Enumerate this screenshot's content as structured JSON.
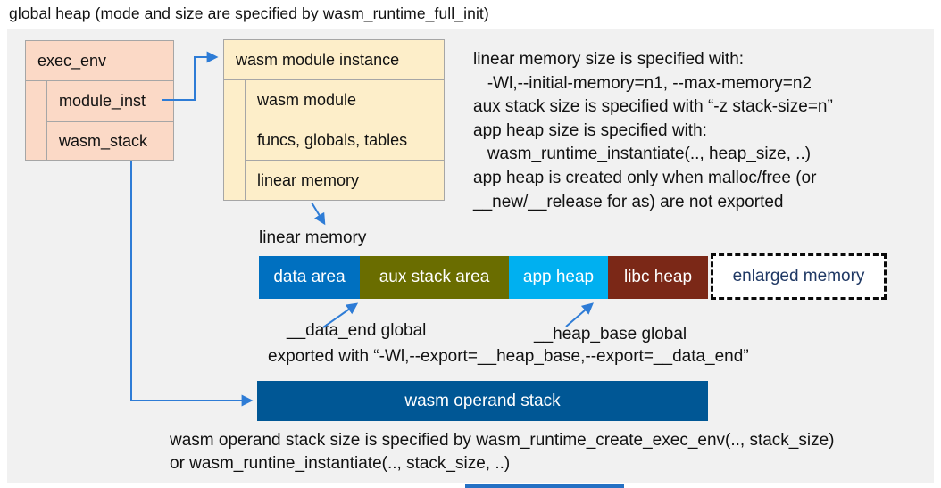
{
  "title": "global heap (mode and size are specified by wasm_runtime_full_init)",
  "exec_env": {
    "label": "exec_env",
    "children": [
      {
        "label": "module_inst"
      },
      {
        "label": "wasm_stack"
      }
    ]
  },
  "module_instance": {
    "label": "wasm module instance",
    "children": [
      {
        "label": "wasm module"
      },
      {
        "label": "funcs, globals, tables"
      },
      {
        "label": "linear memory"
      }
    ]
  },
  "notes_right": {
    "lines": [
      "linear memory size is specified with:",
      "   -Wl,--initial-memory=n1, --max-memory=n2",
      "aux stack size is specified with “-z stack-size=n”",
      "app heap size is specified with:",
      "   wasm_runtime_instantiate(.., heap_size, ..)",
      "app heap is created only when malloc/free (or",
      "__new/__release for as) are not exported"
    ]
  },
  "linear_memory": {
    "label": "linear memory",
    "segments": [
      {
        "label": "data area",
        "color": "#0070c0"
      },
      {
        "label": "aux stack area",
        "color": "#6a6d00"
      },
      {
        "label": "app heap",
        "color": "#00b0f0"
      },
      {
        "label": "libc heap",
        "color": "#7b2817"
      }
    ],
    "enlarged": {
      "label": "enlarged memory",
      "text_color": "#1f3864"
    }
  },
  "annotations": {
    "data_end": "__data_end global",
    "heap_base": "__heap_base global",
    "exported": "exported with “-Wl,--export=__heap_base,--export=__data_end”"
  },
  "operand_stack": {
    "label": "wasm operand stack",
    "color": "#005795",
    "note_line1": "wasm operand stack size is specified by wasm_runtime_create_exec_env(.., stack_size)",
    "note_line2": "or wasm_runtine_instantiate(.., stack_size, ..)"
  },
  "colors": {
    "panel_background": "#f1f1f1",
    "struct_pink": "#fbd9c6",
    "struct_cream": "#fdeec9",
    "border_gray": "#a6a6a6",
    "arrow_blue": "#2e7cd6",
    "accent_strip": "#2571c4"
  }
}
